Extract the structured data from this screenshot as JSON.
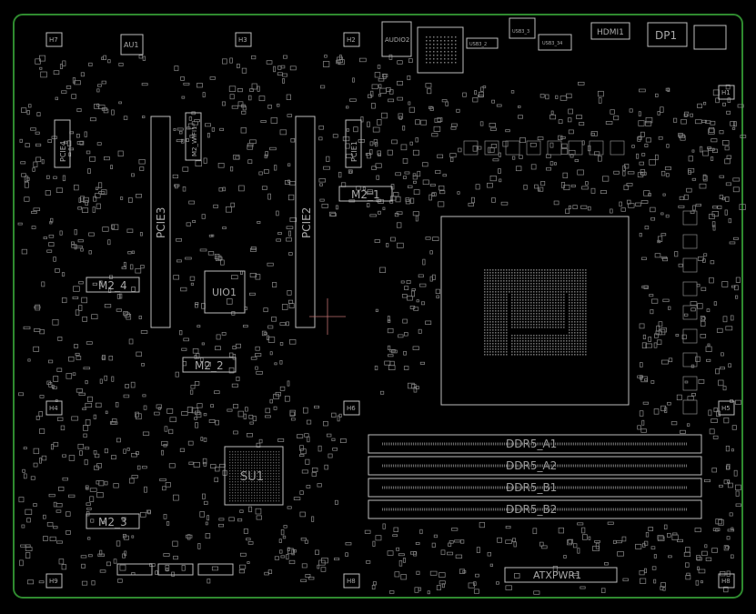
{
  "colors": {
    "background": "#000000",
    "board_outline": "#2f8a2f",
    "silkscreen": "#c8c8c8",
    "component": "#9a9a9a",
    "cursor": "#c07070"
  },
  "labels": {
    "h7": "H7",
    "au1": "AU1",
    "h3": "H3",
    "h2": "H2",
    "audio2": "AUDIO2",
    "usb1": "USB3_2",
    "usb2": "USB3_3",
    "usb3": "USB3_34",
    "hdmi": "HDMI1",
    "dp": "DP1",
    "h1": "H1",
    "pcie4": "PCIE4",
    "pcie3": "PCIE3",
    "m2wifi": "M2_WIFI1",
    "pcie2": "PCIE2",
    "pcie1": "PCIE1",
    "m2_1": "M2_1",
    "m2_4": "M2_4",
    "uio1": "UIO1",
    "m2_2": "M2_2",
    "h4": "H4",
    "h6": "H6",
    "h5": "H5",
    "su1": "SU1",
    "ddr5_a1": "DDR5_A1",
    "ddr5_a2": "DDR5_A2",
    "ddr5_b1": "DDR5_B1",
    "ddr5_b2": "DDR5_B2",
    "m2_3": "M2_3",
    "h9": "H9",
    "h8b": "H8",
    "atxpwr": "ATXPWR1",
    "h8": "H8"
  }
}
